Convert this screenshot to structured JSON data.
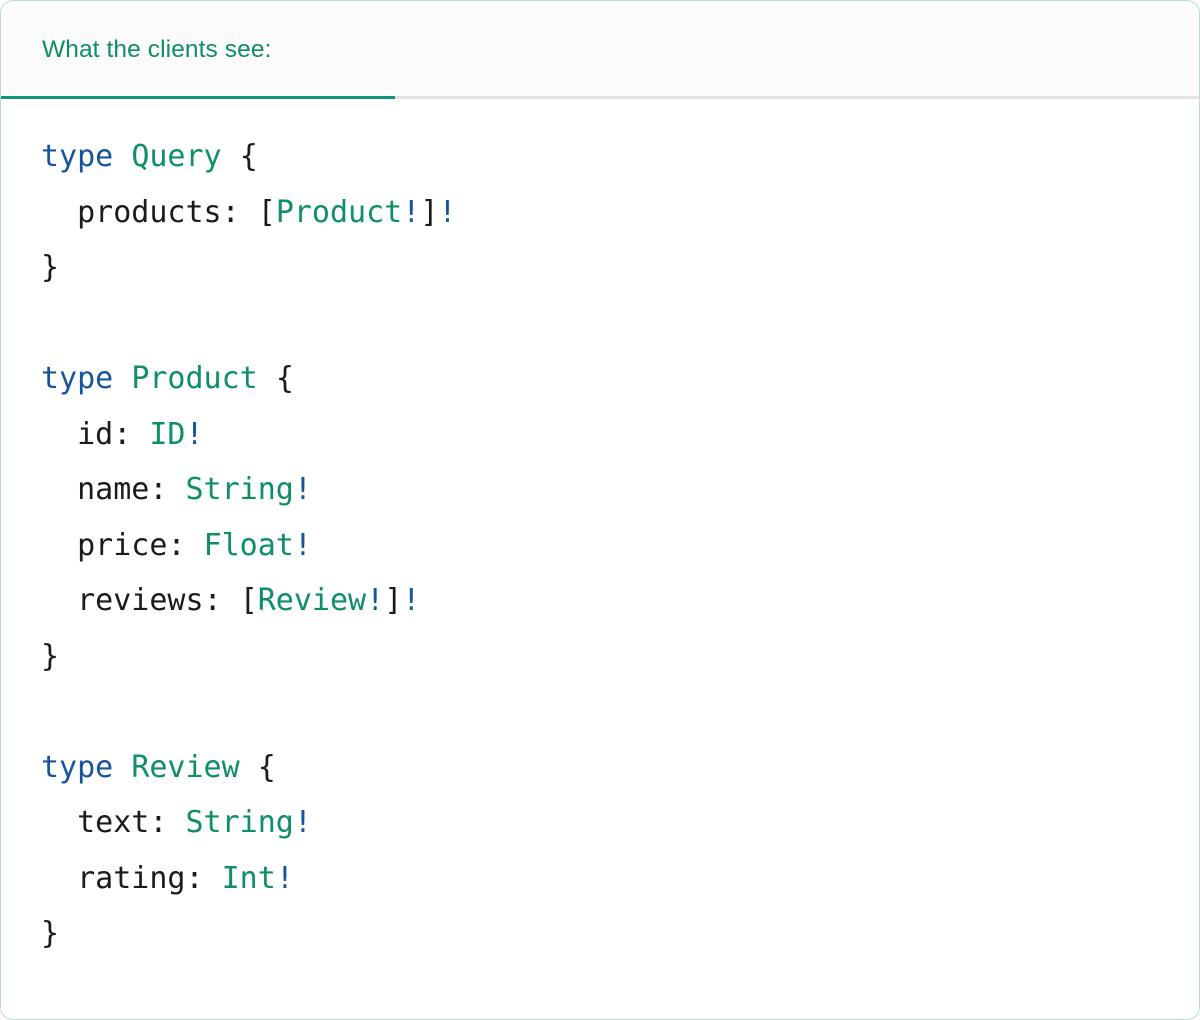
{
  "card": {
    "border_color": "#b9ddcd",
    "background": "#ffffff"
  },
  "tabbar": {
    "background": "#fbfbfb",
    "rule_color": "#e3e3e5",
    "active_tab": {
      "label": "What the clients see:",
      "color": "#108d67",
      "underline_color": "#10957a",
      "selected": true
    }
  },
  "syntax_colors": {
    "keyword": "#17549e",
    "type_name": "#0d8f68",
    "non_null_bang": "#17549e",
    "punctuation": "#1b1b1b",
    "field_name": "#1b1b1b",
    "background": "#ffffff"
  },
  "code": {
    "language": "graphql",
    "raw": "type Query {\n  products: [Product!]!\n}\n\ntype Product {\n  id: ID!\n  name: String!\n  price: Float!\n  reviews: [Review!]!\n}\n\ntype Review {\n  text: String!\n  rating: Int!\n}",
    "lines": [
      {
        "n": 1,
        "text": "type Query {"
      },
      {
        "n": 2,
        "text": "  products: [Product!]!"
      },
      {
        "n": 3,
        "text": "}"
      },
      {
        "n": 4,
        "text": ""
      },
      {
        "n": 5,
        "text": "type Product {"
      },
      {
        "n": 6,
        "text": "  id: ID!"
      },
      {
        "n": 7,
        "text": "  name: String!"
      },
      {
        "n": 8,
        "text": "  price: Float!"
      },
      {
        "n": 9,
        "text": "  reviews: [Review!]!"
      },
      {
        "n": 10,
        "text": "}"
      },
      {
        "n": 11,
        "text": ""
      },
      {
        "n": 12,
        "text": "type Review {"
      },
      {
        "n": 13,
        "text": "  text: String!"
      },
      {
        "n": 14,
        "text": "  rating: Int!"
      },
      {
        "n": 15,
        "text": "}"
      }
    ],
    "tokens": {
      "kw_type": "type",
      "type_query": "Query",
      "type_product": "Product",
      "type_review": "Review",
      "type_id": "ID",
      "type_string": "String",
      "type_float": "Float",
      "type_int": "Int",
      "brace_open": "{",
      "brace_close": "}",
      "bracket_open": "[",
      "bracket_close": "]",
      "bang": "!",
      "colon_space": ": ",
      "space": " ",
      "indent": "  ",
      "field_products": "products",
      "field_id": "id",
      "field_name": "name",
      "field_price": "price",
      "field_reviews": "reviews",
      "field_text": "text",
      "field_rating": "rating"
    },
    "schema": {
      "types": [
        {
          "kind": "type",
          "name": "Query",
          "fields": [
            {
              "name": "products",
              "type": "[Product!]!"
            }
          ]
        },
        {
          "kind": "type",
          "name": "Product",
          "fields": [
            {
              "name": "id",
              "type": "ID!"
            },
            {
              "name": "name",
              "type": "String!"
            },
            {
              "name": "price",
              "type": "Float!"
            },
            {
              "name": "reviews",
              "type": "[Review!]!"
            }
          ]
        },
        {
          "kind": "type",
          "name": "Review",
          "fields": [
            {
              "name": "text",
              "type": "String!"
            },
            {
              "name": "rating",
              "type": "Int!"
            }
          ]
        }
      ]
    }
  }
}
